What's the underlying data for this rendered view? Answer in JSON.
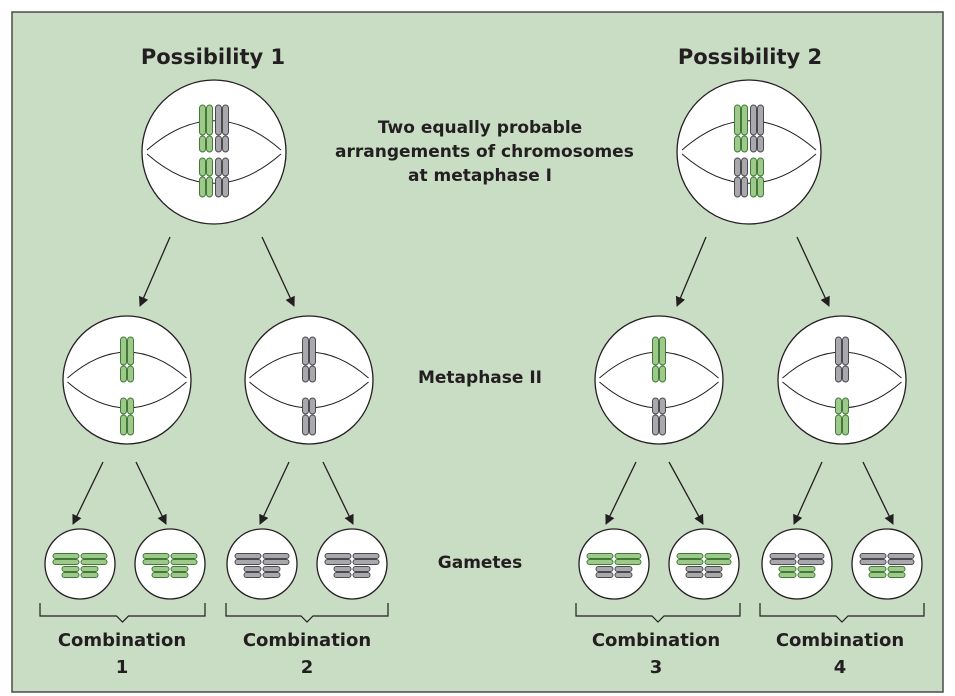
{
  "colors": {
    "background": "#c9dcc4",
    "border": "#4b4b4b",
    "cell_fill": "#ffffff",
    "cell_stroke": "#231f20",
    "green_chromosome": "#9fc88b",
    "green_outline": "#3f7a37",
    "gray_chromosome": "#a9a9ad",
    "gray_outline": "#4a4a4e"
  },
  "possibilities": [
    {
      "title": "Possibility 1"
    },
    {
      "title": "Possibility 2"
    }
  ],
  "center_labels": {
    "metaphase1": [
      "Two equally probable",
      "arrangements of chromosomes",
      "at metaphase I"
    ],
    "metaphase2": "Metaphase II",
    "gametes": "Gametes"
  },
  "combinations": [
    {
      "label": "Combination",
      "number": "1"
    },
    {
      "label": "Combination",
      "number": "2"
    },
    {
      "label": "Combination",
      "number": "3"
    },
    {
      "label": "Combination",
      "number": "4"
    }
  ]
}
